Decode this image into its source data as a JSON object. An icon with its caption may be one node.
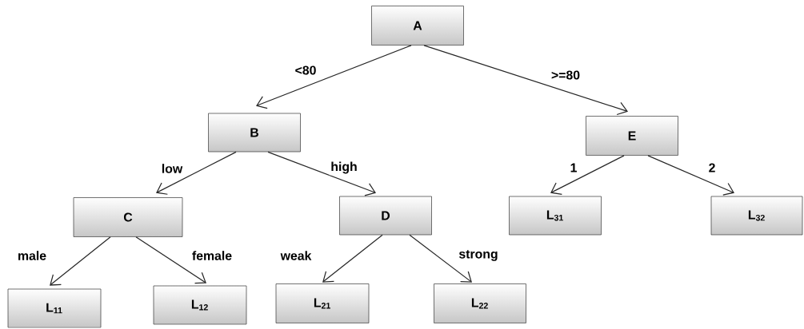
{
  "diagram": {
    "nodes": [
      {
        "text": [
          "A"
        ]
      },
      {
        "text": [
          "B"
        ]
      },
      {
        "text": [
          "E"
        ]
      },
      {
        "text": [
          "C"
        ]
      },
      {
        "text": [
          "D"
        ]
      },
      {
        "text": [
          "L$_{31}$"
        ]
      },
      {
        "text": [
          "L$_{32}$"
        ]
      },
      {
        "text": [
          "L$_{11}$"
        ]
      },
      {
        "text": [
          "L$_{12}$"
        ]
      },
      {
        "text": [
          "L$_{21}$"
        ]
      },
      {
        "text": [
          "L$_{22}$"
        ]
      }
    ],
    "edges": [
      {
        "from": 0,
        "to": 1,
        "arrow": "to",
        "label": "<80"
      },
      {
        "from": 0,
        "to": 2,
        "arrow": "to",
        "label": ">=80"
      },
      {
        "from": 1,
        "to": 3,
        "arrow": "to",
        "label": "low"
      },
      {
        "from": 1,
        "to": 4,
        "arrow": "to",
        "label": "high"
      },
      {
        "from": 2,
        "to": 5,
        "arrow": "to",
        "label": "1"
      },
      {
        "from": 2,
        "to": 6,
        "arrow": "to",
        "label": "2"
      },
      {
        "from": 3,
        "to": 7,
        "arrow": "to",
        "label": "male"
      },
      {
        "from": 3,
        "to": 8,
        "arrow": "to",
        "label": "female"
      },
      {
        "from": 4,
        "to": 9,
        "arrow": "to",
        "label": "weak"
      },
      {
        "from": 4,
        "to": 10,
        "arrow": "to",
        "label": "strong"
      }
    ]
  }
}
